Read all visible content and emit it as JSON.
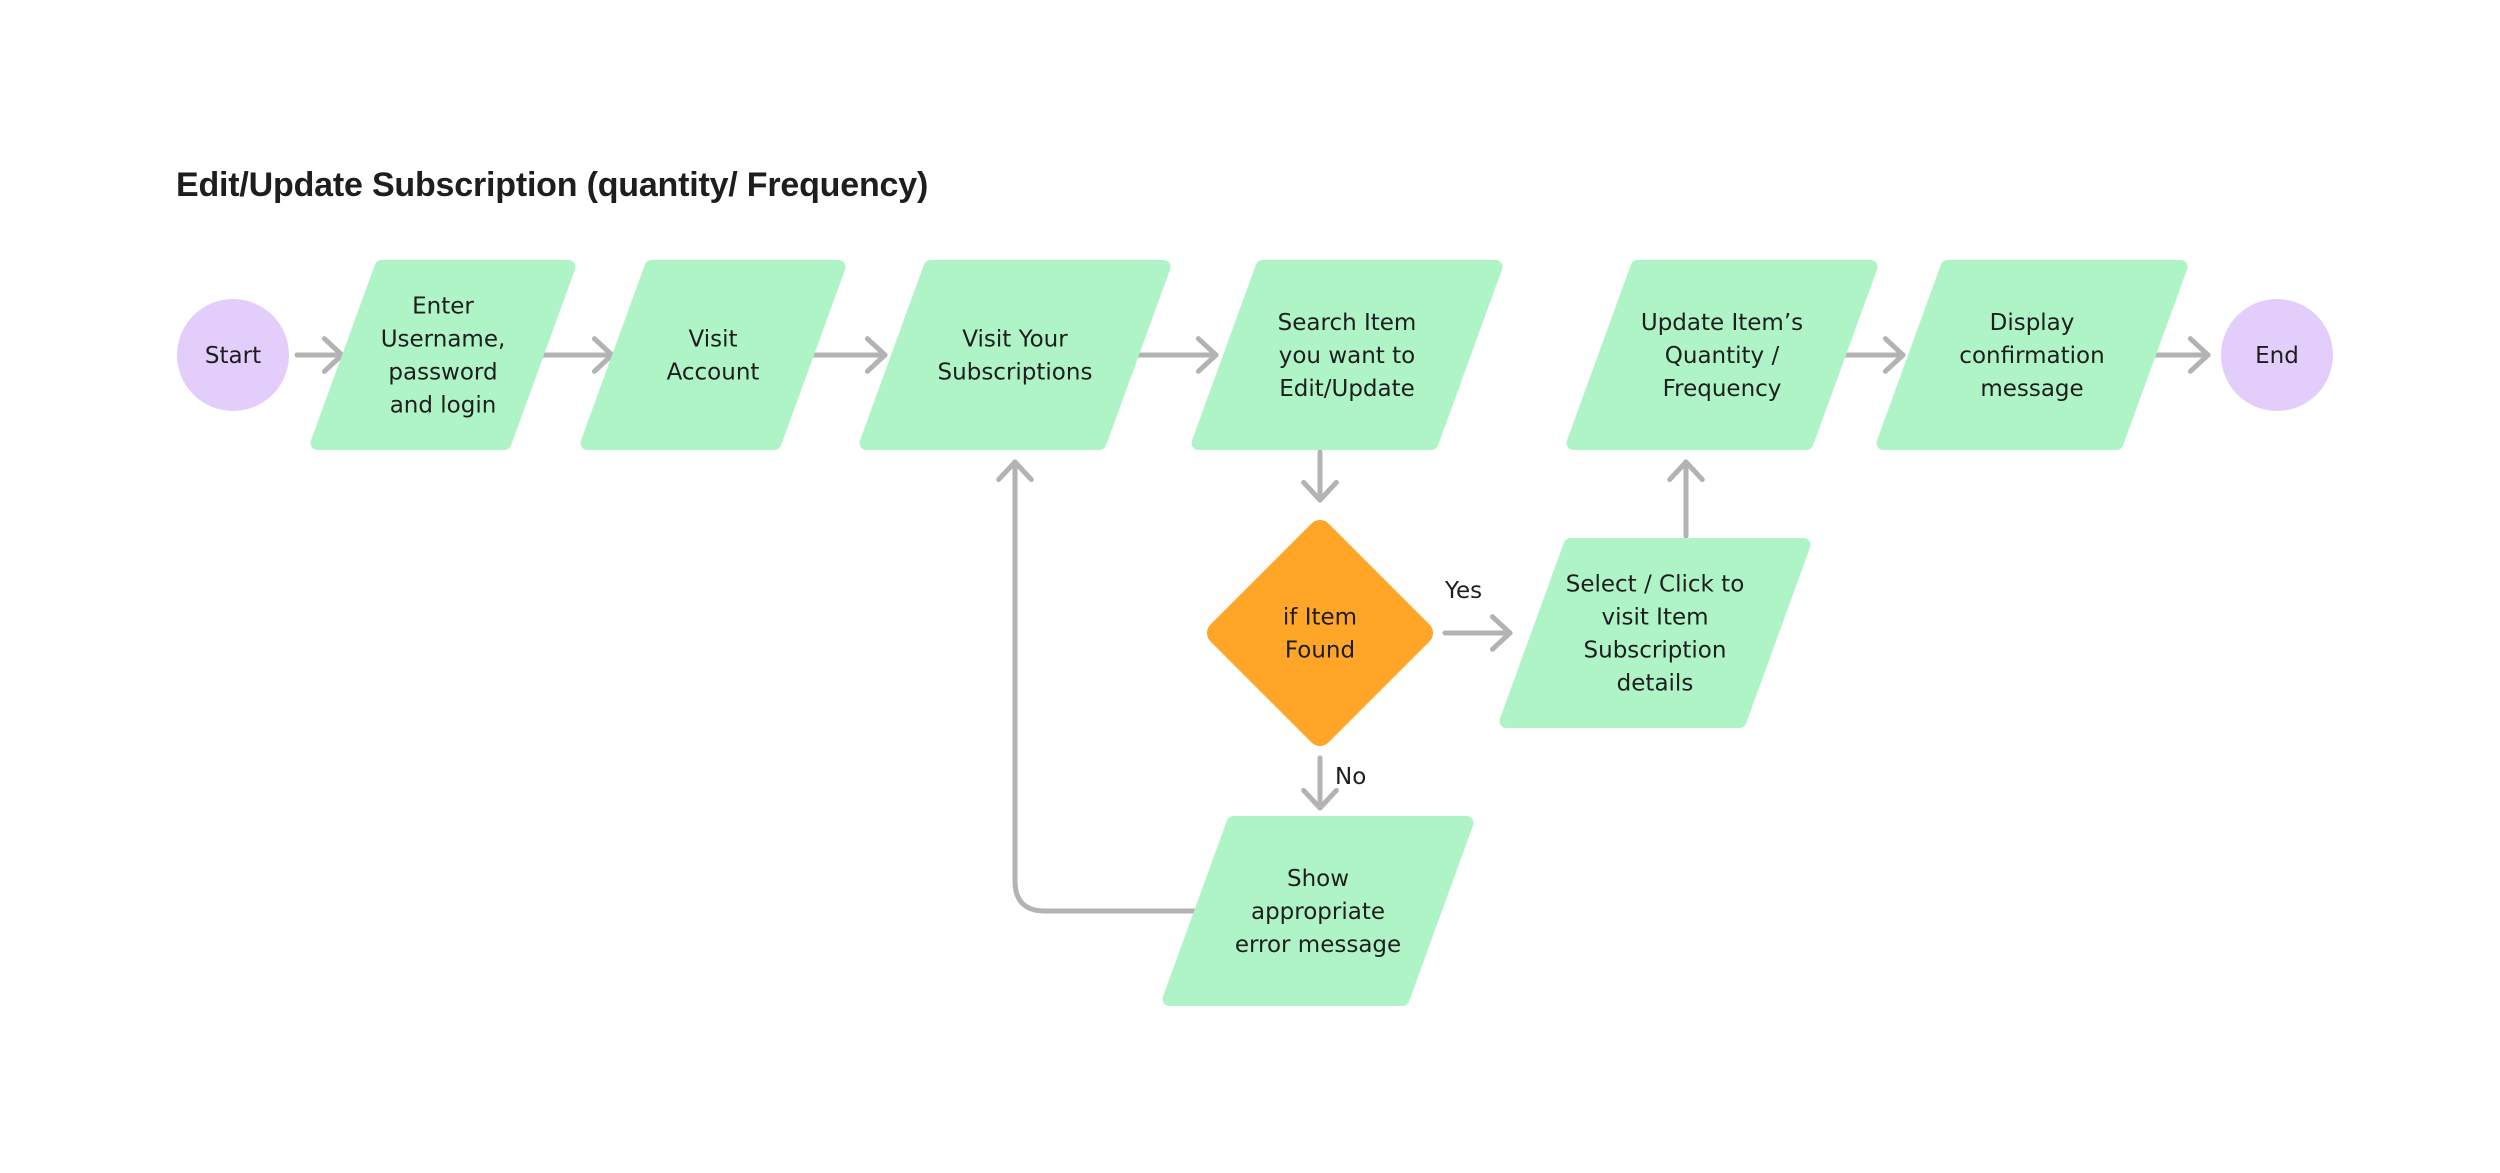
{
  "diagram": {
    "title": "Edit/Update Subscription (quantity/ Frequency)",
    "colors": {
      "terminal": "#e3cdfb",
      "process": "#aff4c6",
      "decision": "#ffa629",
      "connector": "#b3b3b3",
      "text": "#1e1e1e"
    },
    "nodes": {
      "start": {
        "kind": "terminal",
        "lines": [
          "Start"
        ]
      },
      "login": {
        "kind": "process",
        "lines": [
          "Enter",
          "Username,",
          "password",
          "and login"
        ]
      },
      "account": {
        "kind": "process",
        "lines": [
          "Visit",
          "Account"
        ]
      },
      "subscriptions": {
        "kind": "process",
        "lines": [
          "Visit Your",
          "Subscriptions"
        ]
      },
      "search": {
        "kind": "process",
        "lines": [
          "Search Item",
          "you want to",
          "Edit/Update"
        ]
      },
      "found": {
        "kind": "decision",
        "lines": [
          "if Item",
          "Found"
        ]
      },
      "select": {
        "kind": "process",
        "lines": [
          "Select / Click to",
          "visit Item",
          "Subscription",
          "details"
        ]
      },
      "update": {
        "kind": "process",
        "lines": [
          "Update Item’s",
          "Quantity /",
          "Frequency"
        ]
      },
      "confirm": {
        "kind": "process",
        "lines": [
          "Display",
          "confirmation",
          "message"
        ]
      },
      "end": {
        "kind": "terminal",
        "lines": [
          "End"
        ]
      },
      "error": {
        "kind": "process",
        "lines": [
          "Show",
          "appropriate",
          "error message"
        ]
      }
    },
    "edges": {
      "start_login": {
        "from": "start",
        "to": "login",
        "label": ""
      },
      "login_account": {
        "from": "login",
        "to": "account",
        "label": ""
      },
      "account_subscriptions": {
        "from": "account",
        "to": "subscriptions",
        "label": ""
      },
      "subscriptions_search": {
        "from": "subscriptions",
        "to": "search",
        "label": ""
      },
      "search_found": {
        "from": "search",
        "to": "found",
        "label": ""
      },
      "found_select": {
        "from": "found",
        "to": "select",
        "label": "Yes"
      },
      "found_error": {
        "from": "found",
        "to": "error",
        "label": "No"
      },
      "error_subscriptions": {
        "from": "error",
        "to": "subscriptions",
        "label": ""
      },
      "select_update": {
        "from": "select",
        "to": "update",
        "label": ""
      },
      "update_confirm": {
        "from": "update",
        "to": "confirm",
        "label": ""
      },
      "confirm_end": {
        "from": "confirm",
        "to": "end",
        "label": ""
      }
    }
  }
}
